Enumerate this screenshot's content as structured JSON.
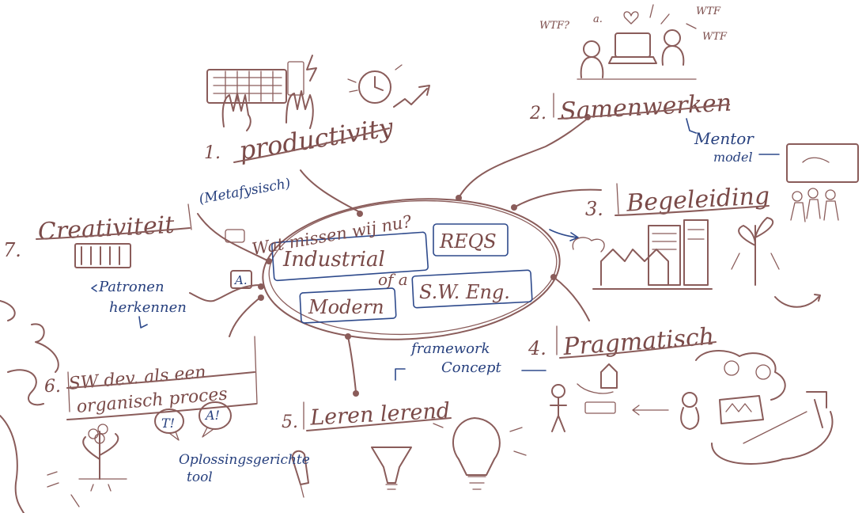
{
  "center": {
    "label_industrial": "Industrial",
    "label_reqs": "REQS",
    "label_of": "of a",
    "label_modern": "Modern",
    "label_swe": "S.W. Eng."
  },
  "question": "Wat missen wij nu?",
  "branches": {
    "productivity": {
      "num": "1.",
      "label": "productivity",
      "note": "(Metafysisch)"
    },
    "samenwerken": {
      "num": "2.",
      "label": "Samenwerken",
      "note_1": "Mentor",
      "note_2": "model"
    },
    "begeleiding": {
      "num": "3.",
      "label": "Begeleiding"
    },
    "pragmatisch": {
      "num": "4.",
      "label": "Pragmatisch",
      "note_1": "framework",
      "note_2": "Concept"
    },
    "leren": {
      "num": "5.",
      "label": "Leren lerend"
    },
    "organisch": {
      "num": "6.",
      "label_1": "SW dev. als een",
      "label_2": "organisch proces",
      "note_1": "Oplossingsgerichte",
      "note_2": "tool",
      "bubble_t": "T!",
      "bubble_a": "A!"
    },
    "creativiteit": {
      "num": "7.",
      "label": "Creativiteit",
      "note_1": "Patronen",
      "note_2": "herkennen",
      "tag": "A."
    }
  },
  "doodle_text": {
    "wtf_1": "WTF?",
    "wtf_2": "WTF",
    "wtf_3": "WTF",
    "a_1": "a."
  }
}
